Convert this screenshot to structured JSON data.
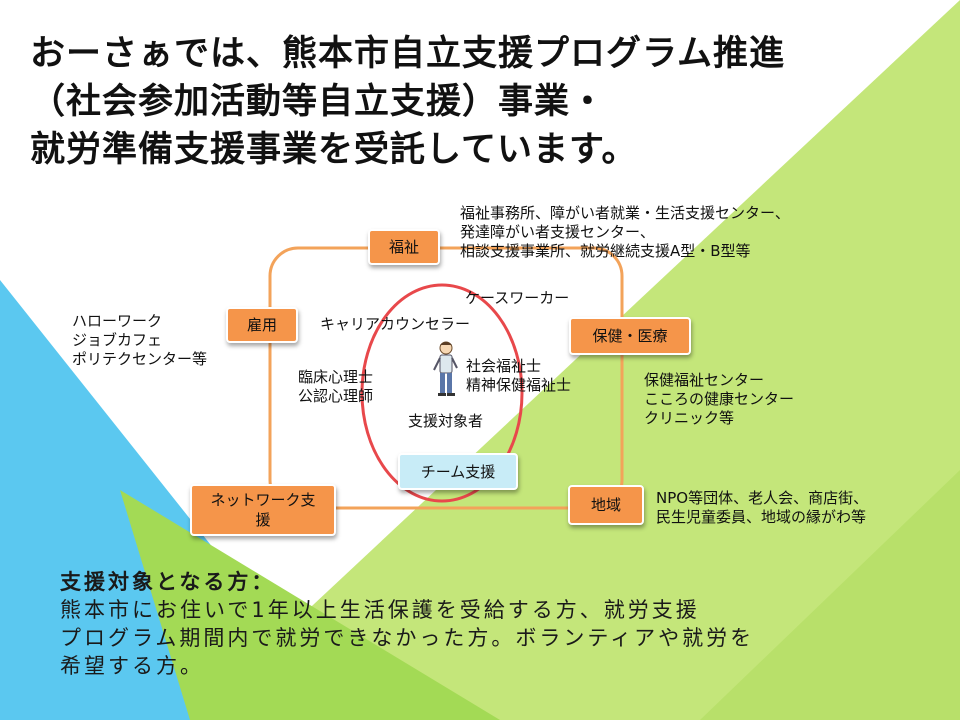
{
  "title": {
    "lines": [
      "おーさぁでは、熊本市自立支援プログラム推進",
      "（社会参加活動等自立支援）事業・",
      "就労準備支援事業を受託しています。"
    ]
  },
  "diagram": {
    "nodes": {
      "welfare": "福祉",
      "employment": "雇用",
      "health": "保健・医療",
      "network": "ネットワーク支援",
      "community": "地域",
      "team": "チーム支援"
    },
    "groups": {
      "welfare": [
        "福祉事務所、障がい者就業・生活支援センター、",
        "発達障がい者支援センター、",
        "相談支援事業所、就労継続支援A型・B型等"
      ],
      "employment": [
        "ハローワーク",
        "ジョブカフェ",
        "ポリテクセンター等"
      ],
      "health": [
        "保健福祉センター",
        "こころの健康センター",
        "クリニック等"
      ],
      "community": [
        "NPO等団体、老人会、商店街、",
        "民生児童委員、地域の縁がわ等"
      ]
    },
    "team": {
      "caseworker": "ケースワーカー",
      "career": "キャリアカウンセラー",
      "psychologist": [
        "臨床心理士",
        "公認心理師"
      ],
      "social_worker": [
        "社会福祉士",
        "精神保健福祉士"
      ],
      "subject": "支援対象者"
    },
    "icon": "person-figure-icon"
  },
  "footer": {
    "heading": "支援対象となる方：",
    "lines": [
      "熊本市にお住いで1年以上生活保護を受給する方、就労支援",
      "プログラム期間内で就労できなかった方。ボランティアや就労を",
      "希望する方。"
    ]
  },
  "colors": {
    "blue": "#5bc8f0",
    "lime": "#c4e67a",
    "green": "#a3da55",
    "node": "#f5954a",
    "team_node": "#c8ecf7",
    "ring": "#f3a35a",
    "circle": "#e8484b"
  }
}
